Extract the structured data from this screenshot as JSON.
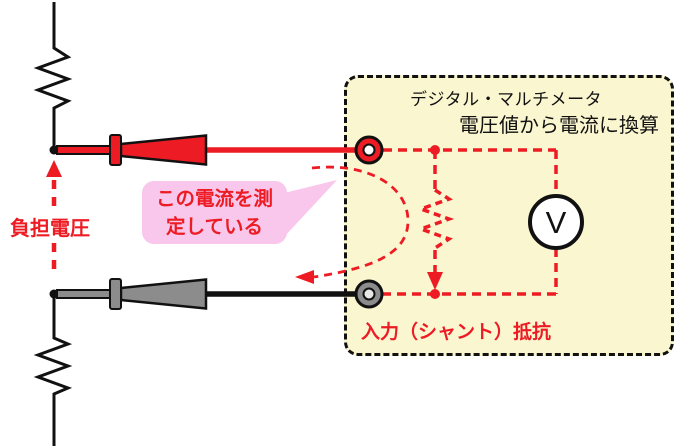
{
  "diagram": {
    "burden_voltage_label": "負担電圧",
    "callout": {
      "line1": "この電流を測",
      "line2": "定している"
    },
    "multimeter": {
      "title": "デジタル・マルチメータ",
      "subtitle": "電圧値から電流に換算",
      "shunt_label": "入力（シャント）抵抗",
      "voltmeter_label": "V"
    }
  },
  "colors": {
    "red": "#ED1C24",
    "box_fill": "#FAF6D0",
    "box_border": "#111111",
    "bubble_pink": "#F9C7EB",
    "probe_gray": "#8C8C8C",
    "black": "#111111",
    "white": "#FFFFFF"
  }
}
